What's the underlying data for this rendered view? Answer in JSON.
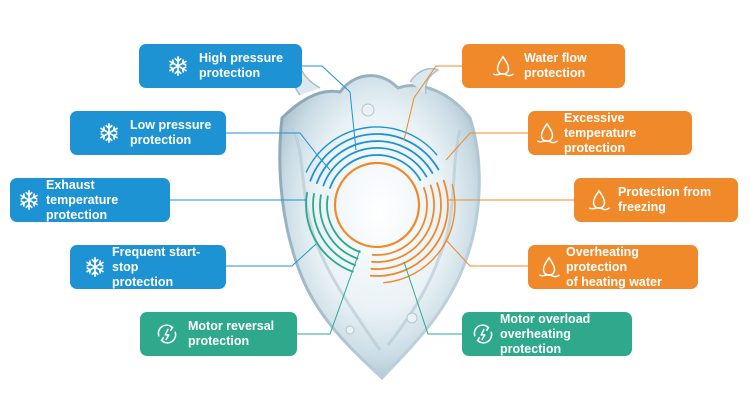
{
  "colors": {
    "blue": "#1e93d3",
    "orange": "#f0892a",
    "teal": "#2ea98c"
  },
  "left": [
    {
      "text": "High pressure protection",
      "line1": "High pressure",
      "line2": "protection",
      "icon": "snowflake-icon"
    },
    {
      "text": "Low pressure protection",
      "line1": "Low pressure",
      "line2": "protection",
      "icon": "snowflake-icon"
    },
    {
      "text": "Exhaust temperature protection",
      "line1": "Exhaust temperature",
      "line2": "protection",
      "icon": "snowflake-icon"
    },
    {
      "text": "Frequent start-stop protection",
      "line1": "Frequent start-stop",
      "line2": "protection",
      "icon": "snowflake-icon"
    },
    {
      "text": "Motor reversal protection",
      "line1": "Motor reversal",
      "line2": "protection",
      "icon": "motor-icon"
    }
  ],
  "right": [
    {
      "text": "Water flow protection",
      "line1": "Water flow",
      "line2": "protection",
      "icon": "water-drop-icon"
    },
    {
      "text": "Excessive temperature protection",
      "line1": "Excessive temperature",
      "line2": "protection",
      "icon": "water-drop-icon"
    },
    {
      "text": "Protection from freezing",
      "line1": "Protection from",
      "line2": "freezing",
      "icon": "water-drop-icon"
    },
    {
      "text": "Overheating protection of heating water",
      "line1": "Overheating protection",
      "line2": "of heating water",
      "icon": "water-drop-icon"
    },
    {
      "text": "Motor overload overheating protection",
      "line1": "Motor overload",
      "line2": "overheating protection",
      "icon": "motor-icon"
    }
  ]
}
